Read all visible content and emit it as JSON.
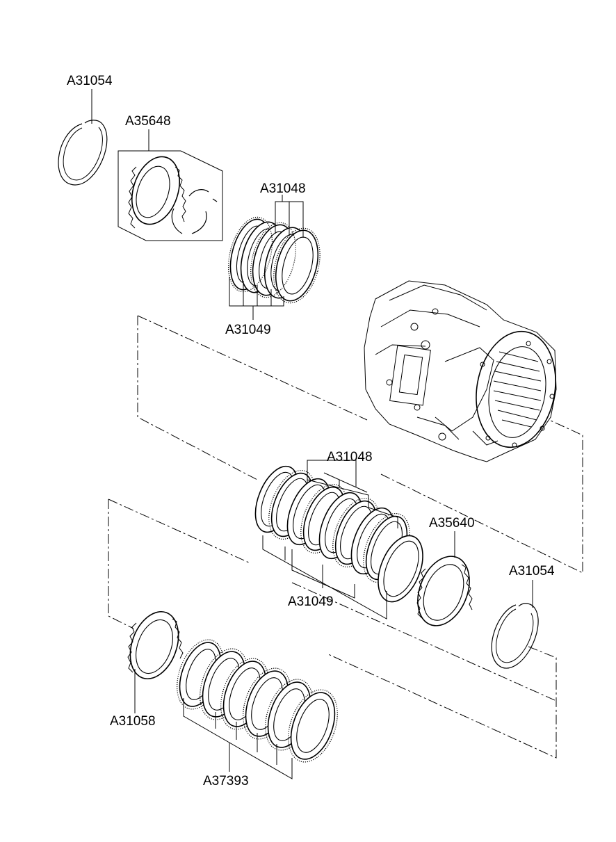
{
  "diagram": {
    "labels": {
      "a31054_top": "A31054",
      "a35648": "A35648",
      "a31048_top": "A31048",
      "a31049_top": "A31049",
      "a31048_mid": "A31048",
      "a35640": "A35640",
      "a31054_right": "A31054",
      "a31049_mid": "A31049",
      "a31058": "A31058",
      "a37393": "A37393"
    }
  }
}
